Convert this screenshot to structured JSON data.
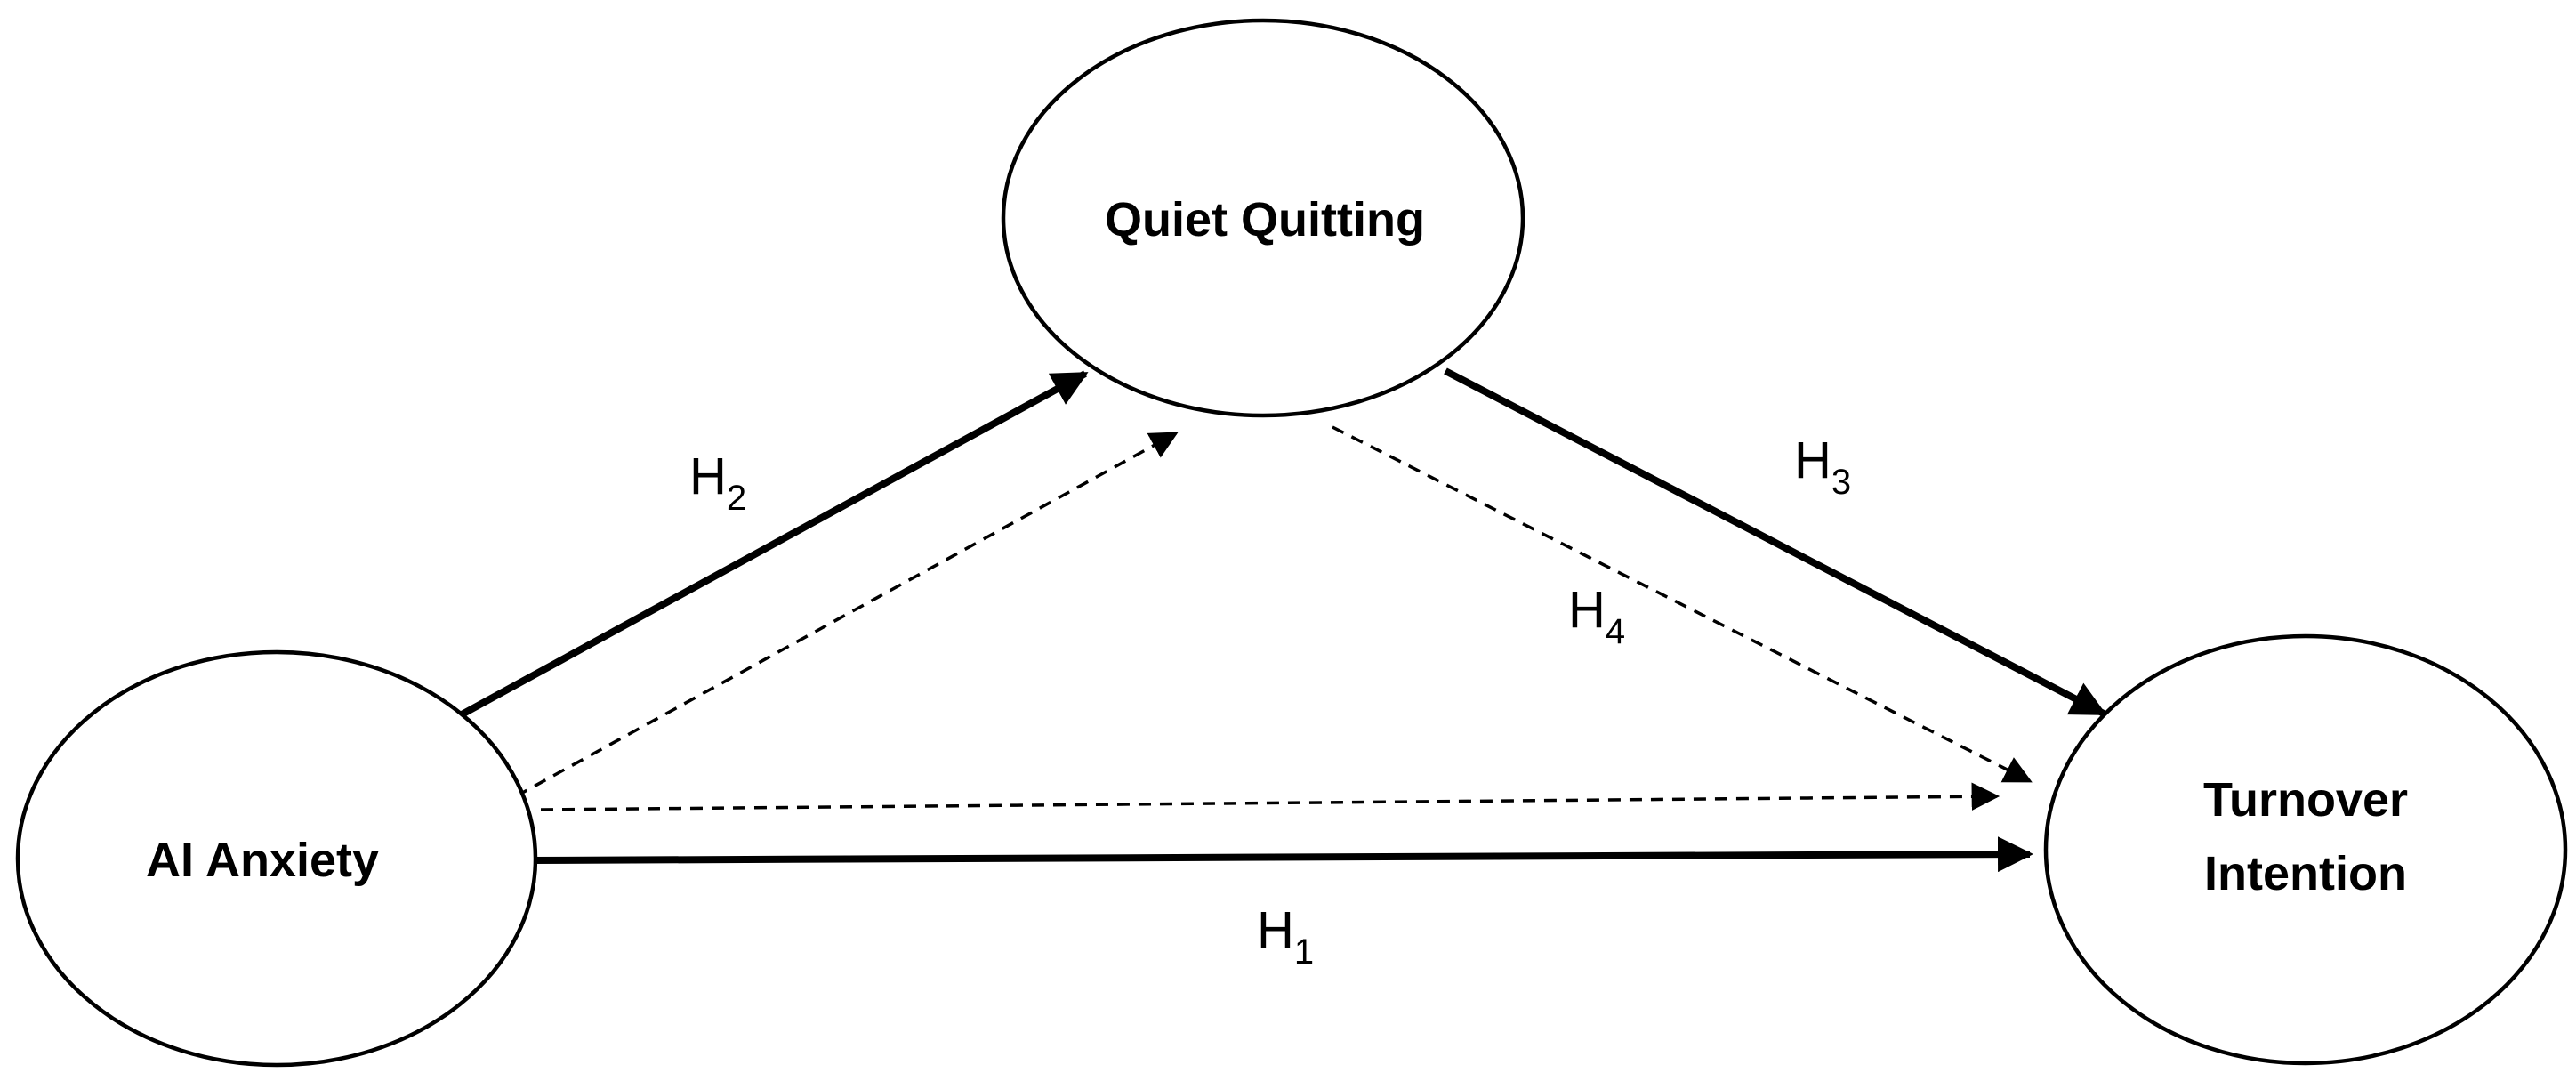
{
  "nodes": {
    "ai_anxiety": {
      "label": "AI Anxiety"
    },
    "quiet_quitting": {
      "label": "Quiet Quitting"
    },
    "turnover_intention": {
      "line1": "Turnover",
      "line2": "Intention"
    }
  },
  "hypotheses": {
    "h1": {
      "letter": "H",
      "number": "1"
    },
    "h2": {
      "letter": "H",
      "number": "2"
    },
    "h3": {
      "letter": "H",
      "number": "3"
    },
    "h4": {
      "letter": "H",
      "number": "4"
    }
  },
  "colors": {
    "stroke": "#000000",
    "background": "#ffffff"
  }
}
